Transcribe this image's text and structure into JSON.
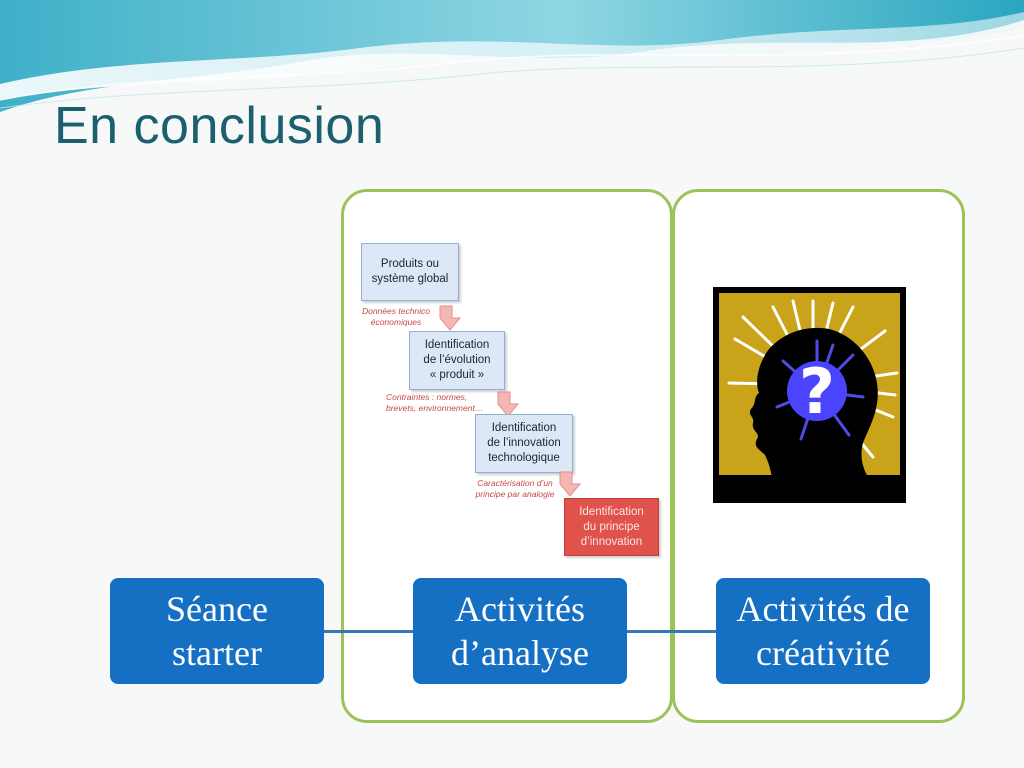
{
  "slide": {
    "title": "En conclusion",
    "boxes": [
      {
        "lines": [
          "Séance",
          "starter"
        ]
      },
      {
        "lines": [
          "Activités",
          "d’analyse"
        ]
      },
      {
        "lines": [
          "Activités de",
          "créativité"
        ]
      }
    ],
    "flowchart": {
      "steps": [
        {
          "lines": [
            "Produits ou",
            "système global"
          ]
        },
        {
          "lines": [
            "Identification",
            "de l’évolution",
            "« produit »"
          ]
        },
        {
          "lines": [
            "Identification",
            "de l’innovation",
            "technologique"
          ]
        },
        {
          "lines": [
            "Identification",
            "du principe",
            "d’innovation"
          ]
        }
      ],
      "notes": [
        {
          "lines": [
            "Données technico",
            "économiques"
          ]
        },
        {
          "lines": [
            "Contraintes : normes,",
            "brevets, environnement…"
          ]
        },
        {
          "lines": [
            "Caractérisation d’un",
            "principe par analogie"
          ]
        }
      ]
    },
    "colors": {
      "title": "#1c5f6e",
      "box_fill": "#1570c4",
      "panel_border": "#9cc35a",
      "connector": "#3a78b5",
      "flow_box": "#dde8f6",
      "flow_final": "#e0534d",
      "note_text": "#c64844"
    },
    "icons": {
      "picture": "question-head-icon",
      "background": "wave-decoration"
    }
  }
}
